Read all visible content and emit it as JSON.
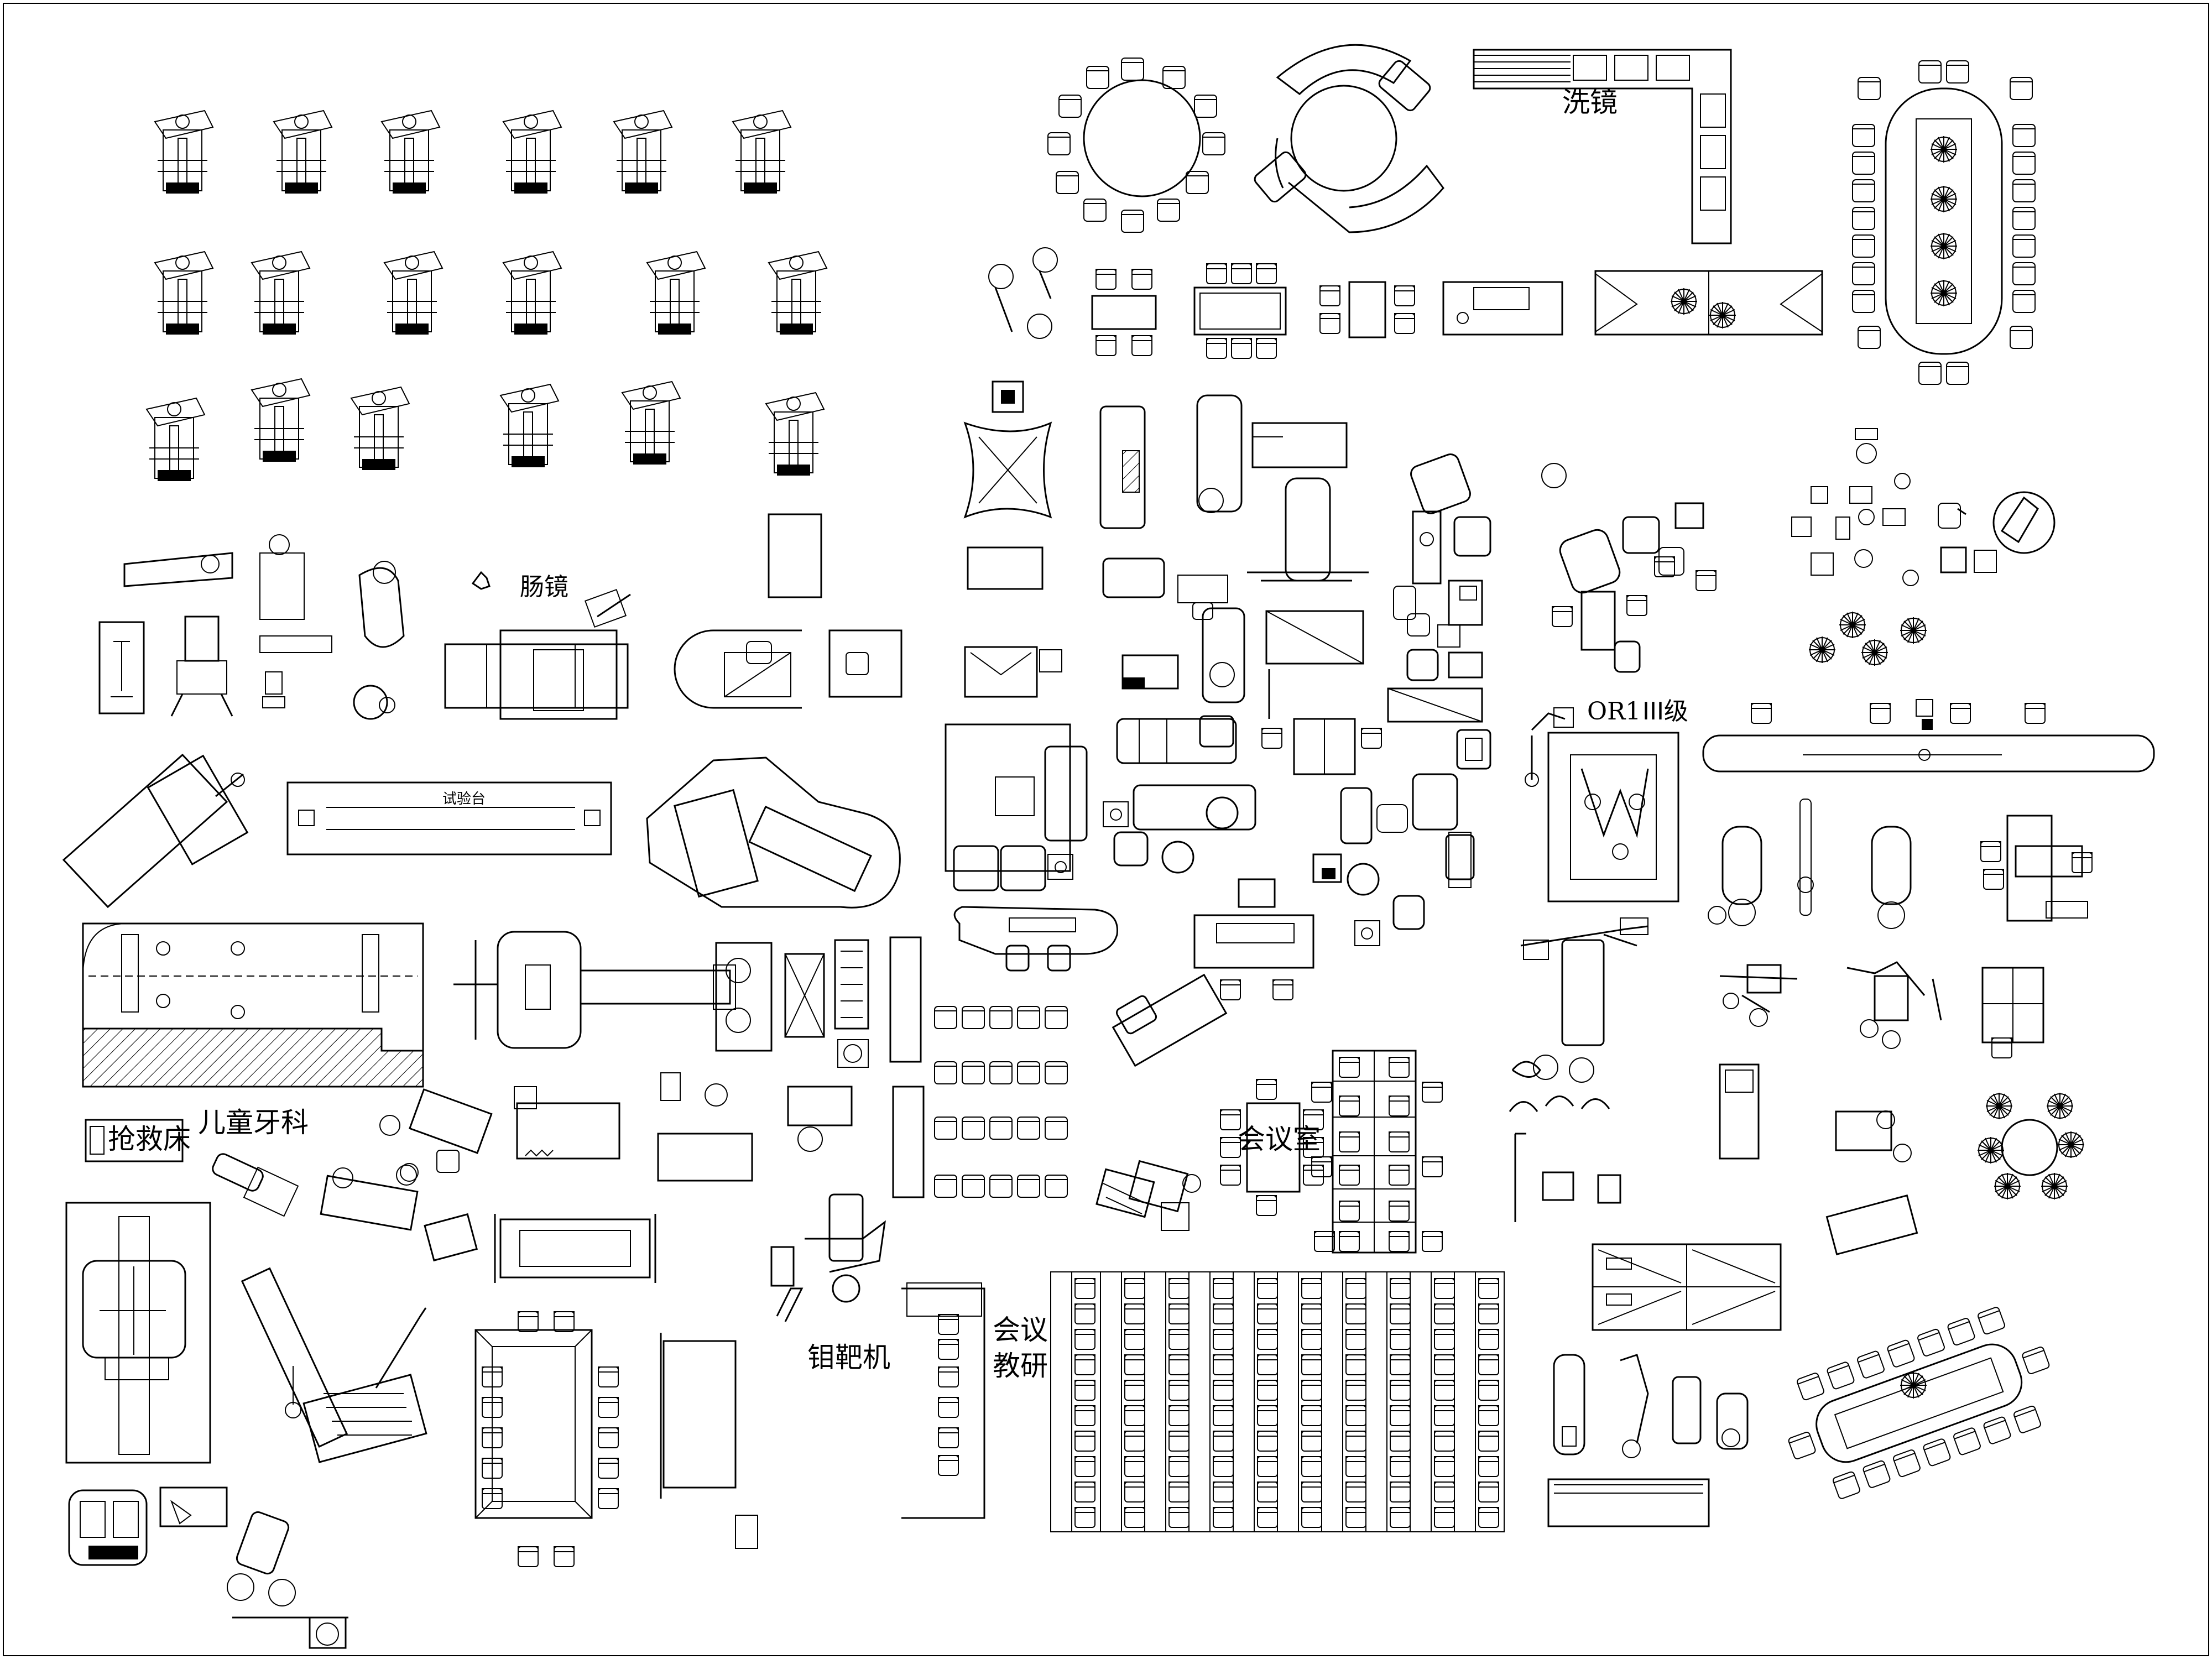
{
  "drawing": {
    "labels": {
      "wash_mirror": "洗镜",
      "colonoscope": "肠镜",
      "test_bench": "试验台",
      "or1": "OR1",
      "grade_three": "III级",
      "pediatric_dentistry": "儿童牙科",
      "rescue_bed": "抢救床",
      "meeting_room": "会议室",
      "meeting_line1": "会议",
      "meeting_line2": "教研",
      "cobalt_target": "钼靶机"
    },
    "icons": {
      "furniture": "furniture-block-icon",
      "medical": "medical-equipment-icon",
      "plant": "plant-icon"
    }
  }
}
